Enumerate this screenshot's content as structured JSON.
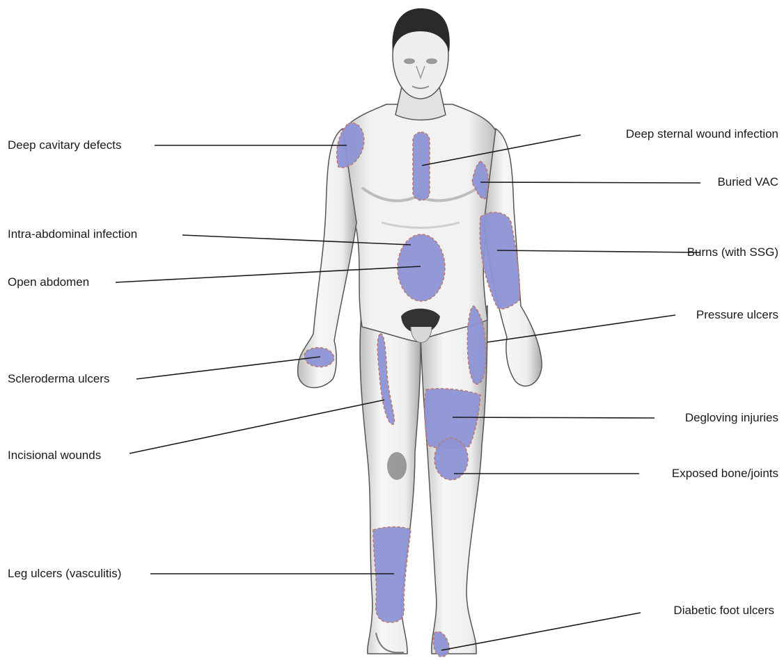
{
  "colors": {
    "region_fill": "#8d92d4",
    "region_outline": "#c0786a",
    "leader_line": "#1a1a1a",
    "body_light": "#f4f4f4",
    "body_shade": "#c9c9c9",
    "body_dark": "#8a8a8a",
    "hair": "#2a2a2a"
  },
  "labels": {
    "deep_cavitary_defects": "Deep cavitary defects",
    "intra_abdominal_infection": "Intra-abdominal infection",
    "open_abdomen": "Open abdomen",
    "scleroderma_ulcers": "Scleroderma ulcers",
    "incisional_wounds": "Incisional wounds",
    "leg_ulcers": "Leg ulcers (vasculitis)",
    "deep_sternal_wound_infection": "Deep sternal wound infection",
    "buried_vac": "Buried VAC",
    "burns": "Burns (with SSG)",
    "pressure_ulcers": "Pressure ulcers",
    "degloving_injuries": "Degloving injuries",
    "exposed_bone_joints": "Exposed bone/joints",
    "diabetic_foot_ulcers": "Diabetic foot ulcers"
  }
}
